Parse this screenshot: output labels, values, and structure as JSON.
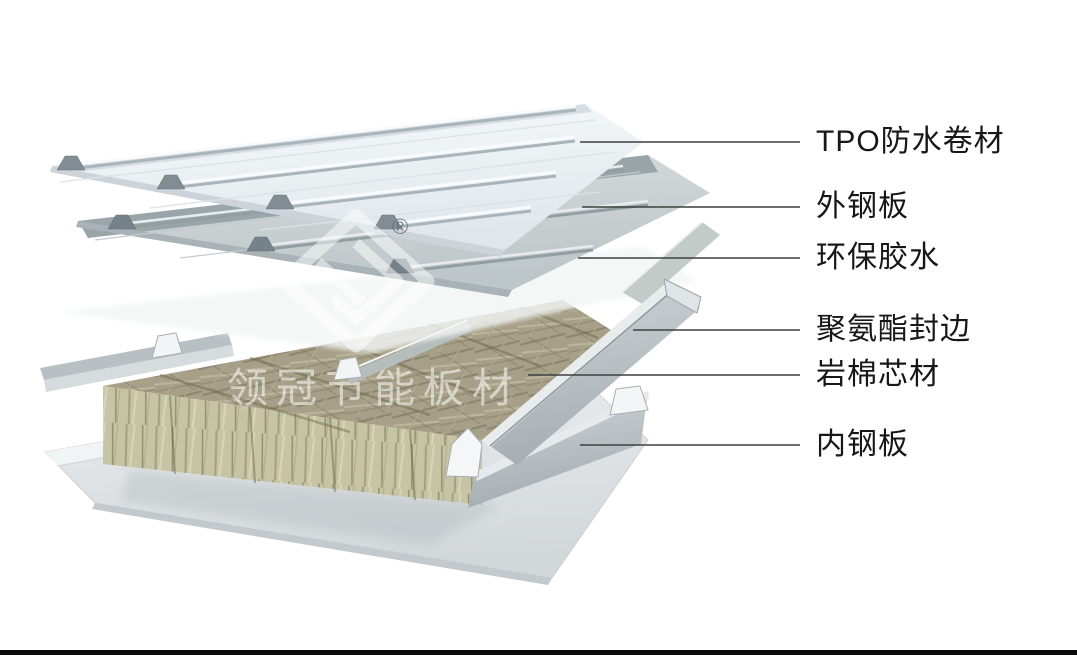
{
  "page": {
    "background": "#ffffff",
    "kind": "exploded-layer-product-diagram"
  },
  "labels": [
    {
      "text": "TPO防水卷材"
    },
    {
      "text": "外钢板"
    },
    {
      "text": "环保胶水"
    },
    {
      "text": "聚氨酯封边"
    },
    {
      "text": "岩棉芯材"
    },
    {
      "text": "内钢板"
    }
  ],
  "brand": {
    "watermark_text": "领冠节能板材",
    "registered_mark": "®",
    "logo": "diamond-monogram-watermark"
  },
  "colors": {
    "label_text": "#171717",
    "leader_line": "#3f3f3f",
    "rockwool_top": "#a79f87",
    "rockwool_front": "#c7c3a5",
    "steel_sheet_light": "#eef1f3",
    "steel_sheet_mid": "#c9d1d4",
    "rail_gray": "#b3bbbf",
    "footer_bar": "#0b0b0b",
    "watermark_white": "#ffffff"
  }
}
